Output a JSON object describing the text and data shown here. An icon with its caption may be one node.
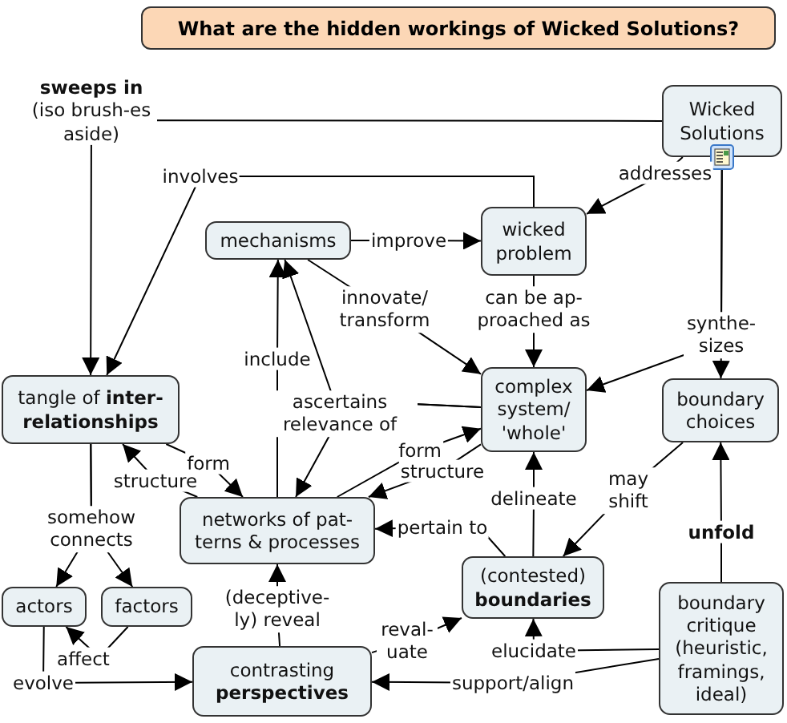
{
  "diagram": {
    "title": "What are the hidden workings of Wicked Solutions?",
    "nodes": [
      {
        "text": [
          "Wicked Solutions"
        ]
      },
      {
        "text": [
          "mechanisms"
        ]
      },
      {
        "text": [
          "wicked problem"
        ]
      },
      {
        "text": [
          "tangle of **inter-relationships**"
        ]
      },
      {
        "text": [
          "complex system/ 'whole'"
        ]
      },
      {
        "text": [
          "boundary choices"
        ]
      },
      {
        "text": [
          "networks of pat-terns & processes"
        ]
      },
      {
        "text": [
          "actors"
        ]
      },
      {
        "text": [
          "factors"
        ]
      },
      {
        "text": [
          "(contested) **boundaries**"
        ]
      },
      {
        "text": [
          "boundary critique (heuristic, framings, ideal)"
        ]
      },
      {
        "text": [
          "contrasting **perspectives**"
        ]
      }
    ],
    "edges": [
      {
        "from": 0,
        "to": 3,
        "arrow": "to",
        "label": "**sweeps in** (iso brush-es aside)"
      },
      {
        "from": 2,
        "to": 3,
        "arrow": "to",
        "label": "involves"
      },
      {
        "from": 0,
        "to": 2,
        "arrow": "to",
        "label": "addresses"
      },
      {
        "from": 0,
        "to": 4,
        "arrow": "to",
        "label": "synthe-sizes"
      },
      {
        "from": 0,
        "to": 5,
        "arrow": "to"
      },
      {
        "from": 1,
        "to": 2,
        "arrow": "to",
        "label": "improve"
      },
      {
        "from": 1,
        "to": 4,
        "arrow": "to",
        "label": "innovate/ transform"
      },
      {
        "from": 2,
        "to": 4,
        "arrow": "to",
        "label": "can be ap-proached as"
      },
      {
        "from": 6,
        "to": 1,
        "arrow": "to",
        "label": "include"
      },
      {
        "from": 4,
        "to": 1,
        "arrow": "to",
        "label": "ascertains relevance of"
      },
      {
        "from": 4,
        "to": 6,
        "arrow": "to"
      },
      {
        "from": 3,
        "to": 6,
        "arrow": "to",
        "label": "form"
      },
      {
        "from": 6,
        "to": 3,
        "arrow": "to",
        "label": "structure"
      },
      {
        "from": 6,
        "to": 4,
        "arrow": "to",
        "label": "form"
      },
      {
        "from": 4,
        "to": 6,
        "arrow": "to",
        "label": "structure"
      },
      {
        "from": 3,
        "to": 7,
        "arrow": "to",
        "label": "somehow connects"
      },
      {
        "from": 3,
        "to": 8,
        "arrow": "to"
      },
      {
        "from": 8,
        "to": 7,
        "arrow": "to",
        "label": "affect"
      },
      {
        "from": 7,
        "to": 11,
        "arrow": "to",
        "label": "evolve"
      },
      {
        "from": 11,
        "to": 6,
        "arrow": "to",
        "label": "(deceptive-ly) reveal"
      },
      {
        "from": 11,
        "to": 9,
        "arrow": "to",
        "label": "reval-uate"
      },
      {
        "from": 9,
        "to": 4,
        "arrow": "to",
        "label": "delineate"
      },
      {
        "from": 9,
        "to": 6,
        "arrow": "to",
        "label": "pertain to"
      },
      {
        "from": 5,
        "to": 9,
        "arrow": "to",
        "label": "may shift"
      },
      {
        "from": 10,
        "to": 5,
        "arrow": "to",
        "label": "unfold"
      },
      {
        "from": 10,
        "to": 9,
        "arrow": "to",
        "label": "elucidate"
      },
      {
        "from": 10,
        "to": 11,
        "arrow": "to",
        "label": "support/align"
      }
    ]
  }
}
